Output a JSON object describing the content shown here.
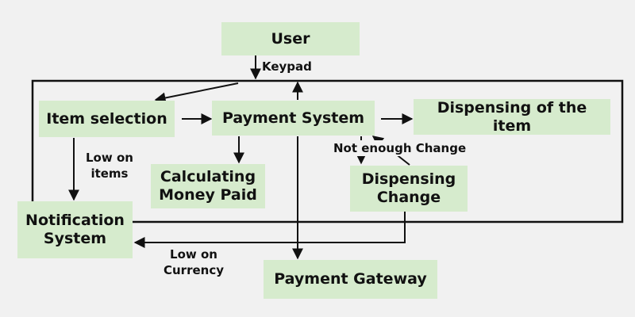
{
  "diagram": {
    "nodes": {
      "user": "User",
      "item_selection": "Item selection",
      "payment_system": "Payment System",
      "dispensing_item": "Dispensing of the item",
      "calculating_money": "Calculating\nMoney Paid",
      "dispensing_change": "Dispensing\nChange",
      "notification_system": "Notification\nSystem",
      "payment_gateway": "Payment Gateway"
    },
    "edge_labels": {
      "keypad": "Keypad",
      "low_on_items": "Low on\nitems",
      "not_enough_change": "Not enough Change",
      "low_on_currency": "Low on\nCurrency"
    },
    "colors": {
      "node_fill": "#d6ebcd",
      "background": "#f1f1f1",
      "line": "#111111"
    }
  }
}
